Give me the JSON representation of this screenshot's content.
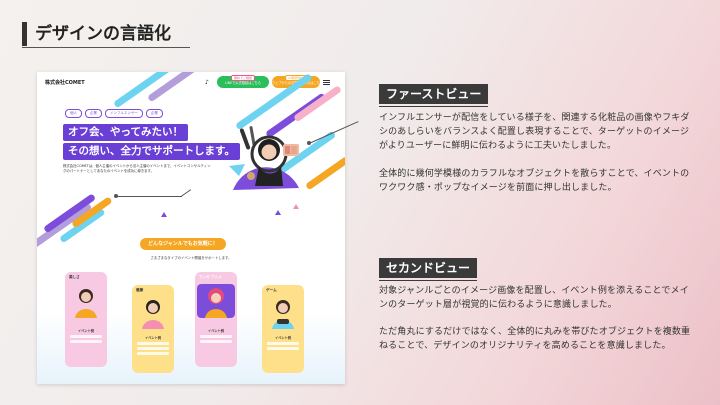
{
  "slide": {
    "title": "デザインの言語化"
  },
  "mockup": {
    "logo": "株式会社COMET",
    "tiktok_icon": "tiktok-icon",
    "header_buttons": [
      {
        "tag": "無料でご相談",
        "label": "LINEで公式相談はこちら",
        "color": "#2bbf5c"
      },
      {
        "tag": "24時間受付",
        "label": "ウェブからのお問い合わせはこちら",
        "color": "#f5a623"
      }
    ],
    "tags": [
      "個人",
      "企業",
      "インフルエンサー",
      "企業"
    ],
    "catch_line1": "オフ会、やってみたい！",
    "catch_line2": "その想い、全力でサポートします。",
    "intro": "株式会社COMETは、個人主催のイベントから法人主催のイベントまで、イベントコンサルティングのパートナーとしてあなたのイベントを成功に導きます。",
    "section_bubble": "どんなジャンルでもお気軽に！",
    "section_sub": "さまざまなタイプのイベント開催をサポートします。",
    "cards": [
      {
        "genre": "美しさ",
        "label": "イベント例",
        "color": "#f7c9e3"
      },
      {
        "genre": "健康",
        "label": "イベント例",
        "color": "#ffe08a"
      },
      {
        "genre": "マンガ アニメ",
        "label": "イベント例",
        "color": "#f7c9e3"
      },
      {
        "genre": "ゲーム",
        "label": "イベント例",
        "color": "#ffe08a"
      }
    ]
  },
  "first_view": {
    "heading": "ファーストビュー",
    "p1": "インフルエンサーが配信をしている様子を、関連する化粧品の画像やフキダシのあしらいをバランスよく配置し表現することで、ターゲットのイメージがよりユーザーに鮮明に伝わるように工夫いたしました。",
    "p2": "全体的に幾何学模様のカラフルなオブジェクトを散らすことで、イベントのワクワク感・ポップなイメージを前面に押し出しました。"
  },
  "second_view": {
    "heading": "セカンドビュー",
    "p1": "対象ジャンルごとのイメージ画像を配置し、イベント例を添えることでメインのターゲット層が視覚的に伝わるように意識しました。",
    "p2": "ただ角丸にするだけではなく、全体的に丸みを帯びたオブジェクトを複数重ねることで、デザインのオリジナリティを高めることを意識しました。"
  },
  "colors": {
    "purple": "#6a3fd6",
    "orange": "#f5a623",
    "pink": "#e75a8a",
    "cyan": "#6dd3f0",
    "badge": "#3a3a3a"
  }
}
